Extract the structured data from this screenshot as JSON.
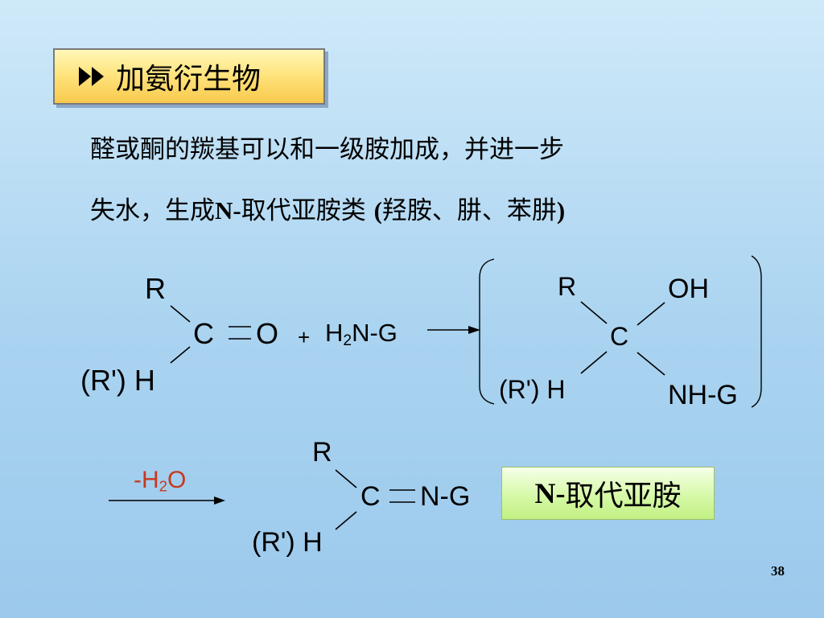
{
  "title": {
    "text": "加氨衍生物",
    "icon": "double-play-icon"
  },
  "paragraph": {
    "line1": "醛或酮的羰基可以和一级胺加成，并进一步",
    "line2_a": "失水，生成",
    "line2_b": "N-",
    "line2_c": "取代亚胺类 ",
    "line2_d": "(",
    "line2_e": "羟胺、肼、苯肼",
    "line2_f": ")"
  },
  "reaction1": {
    "r": "R",
    "c": "C",
    "o": "O",
    "rh": "(R') H",
    "plus": "+",
    "reagent_h": "H",
    "reagent_sub": "2",
    "reagent_rest": "N-G"
  },
  "intermediate": {
    "r": "R",
    "c": "C",
    "oh": "OH",
    "rh": "(R') H",
    "nhg": "NH-G"
  },
  "step2": {
    "label_pre": "-H",
    "label_sub": "2",
    "label_post": "O",
    "r": "R",
    "c": "C",
    "ng": "N-G",
    "rh": "(R') H"
  },
  "result": {
    "prefix": "N-",
    "text": "取代亚胺"
  },
  "page_number": "38",
  "colors": {
    "water_label": "#c8381c"
  }
}
